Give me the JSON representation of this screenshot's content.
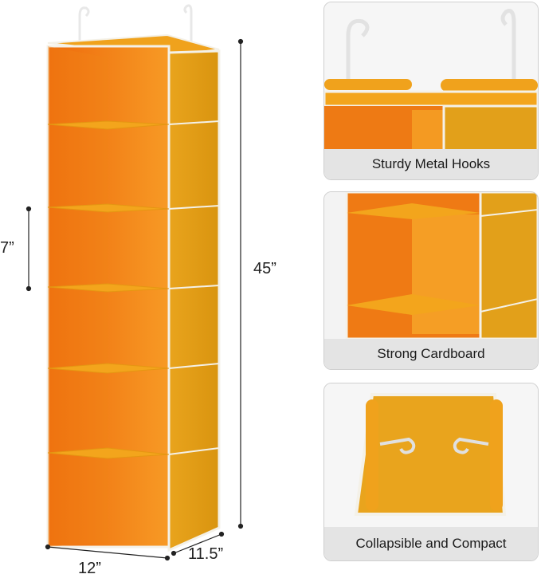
{
  "dimensions": {
    "width_label": "12”",
    "depth_label": "11.5”",
    "height_label": "45”",
    "shelf_gap_label": "7”"
  },
  "features": [
    {
      "caption": "Sturdy Metal Hooks"
    },
    {
      "caption": "Strong Cardboard"
    },
    {
      "caption": "Collapsible and Compact"
    }
  ],
  "colors": {
    "orange_inner": "#f07a12",
    "orange_outer": "#e3a21a",
    "trim": "#f4f1e8",
    "caption_bg": "#e4e4e4"
  }
}
